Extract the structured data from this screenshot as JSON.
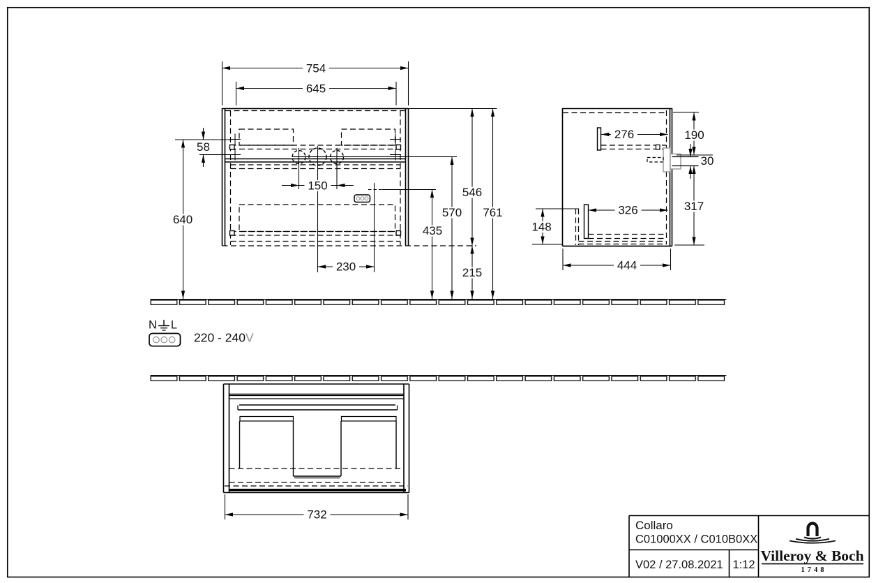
{
  "colors": {
    "line": "#000000",
    "gray_accent": "#9c9c9c"
  },
  "front": {
    "overall_width": "754",
    "inner_width": "645",
    "rail_drop": "58",
    "rail_height": "640",
    "tap_spacing": "150",
    "socket_offset": "230",
    "socket_height": "435",
    "drain_height": "570",
    "body_height": "546",
    "overall_height": "761",
    "floor_clearance": "215"
  },
  "side": {
    "rail_depth_top": "276",
    "top_offset": "190",
    "bracket_height": "30",
    "rail_depth_bottom": "326",
    "lower_height": "317",
    "rear_height": "148",
    "depth": "444"
  },
  "plan": {
    "carcass_width": "732"
  },
  "electrical": {
    "neutral": "N",
    "line": "L",
    "voltage_range": "220 - 240",
    "voltage_unit": "V"
  },
  "title_block": {
    "product": "Collaro",
    "codes": "C01000XX / C010B0XX",
    "version_date": "V02 / 27.08.2021",
    "scale": "1:12",
    "brand": "Villeroy & Boch",
    "year": "1748"
  }
}
